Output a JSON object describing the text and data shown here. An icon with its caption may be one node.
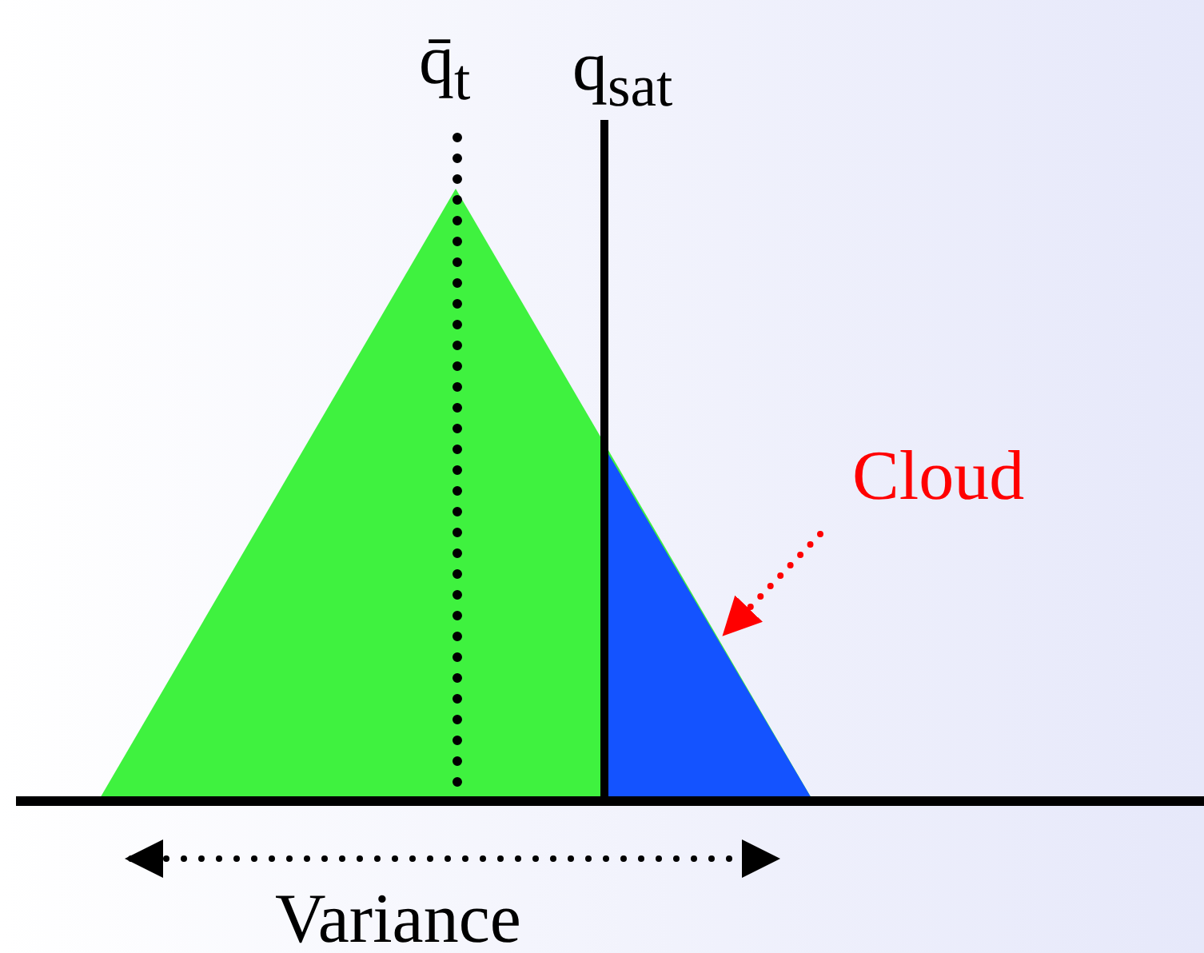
{
  "diagram": {
    "nodes": [
      {
        "text": [
          "Cloud"
        ]
      },
      {
        "text": [],
        "shape": "triangle"
      }
    ],
    "edges": [
      {
        "from": 0,
        "to": 1,
        "arrow": "to",
        "style": "dashed",
        "color": "#ff0000"
      }
    ],
    "labels": [
      "q̄$_{t}$",
      "q$_{sat}$",
      "Variance"
    ]
  }
}
